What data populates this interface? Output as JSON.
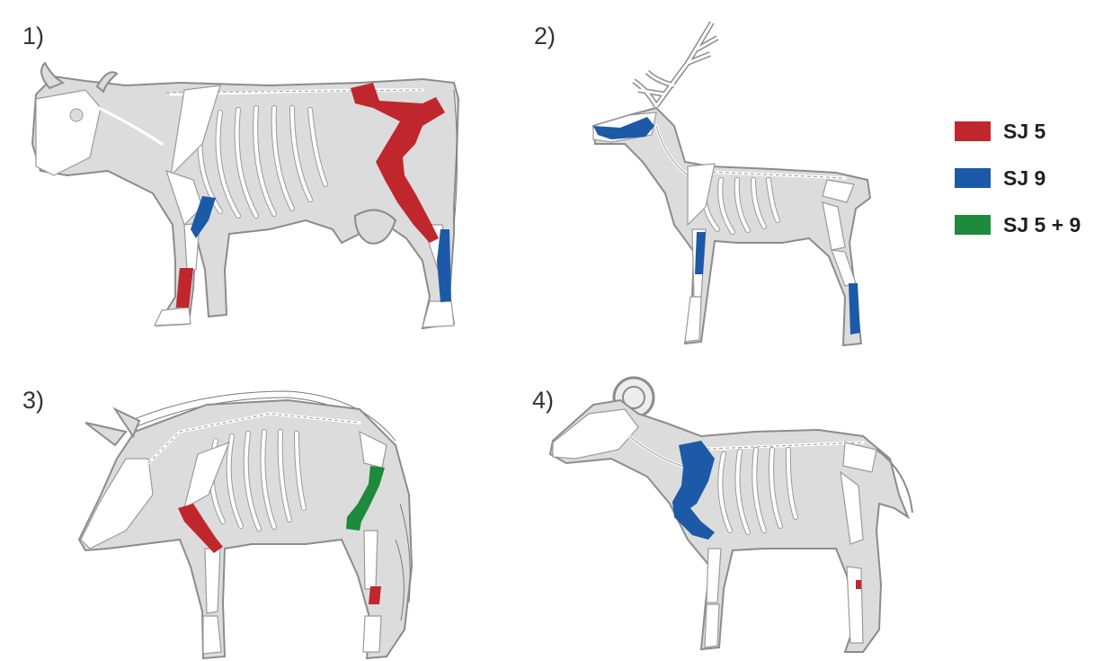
{
  "panels": [
    {
      "label": "1)"
    },
    {
      "label": "2)"
    },
    {
      "label": "3)"
    },
    {
      "label": "4)"
    }
  ],
  "legend": [
    {
      "label": "SJ 5",
      "color": "#c0272d"
    },
    {
      "label": "SJ 9",
      "color": "#1c5aa8"
    },
    {
      "label": "SJ 5 + 9",
      "color": "#1e8a3c"
    }
  ],
  "colors": {
    "body": "#dcdcdc",
    "outline": "#8c8c8c",
    "bone": "#ffffff"
  }
}
